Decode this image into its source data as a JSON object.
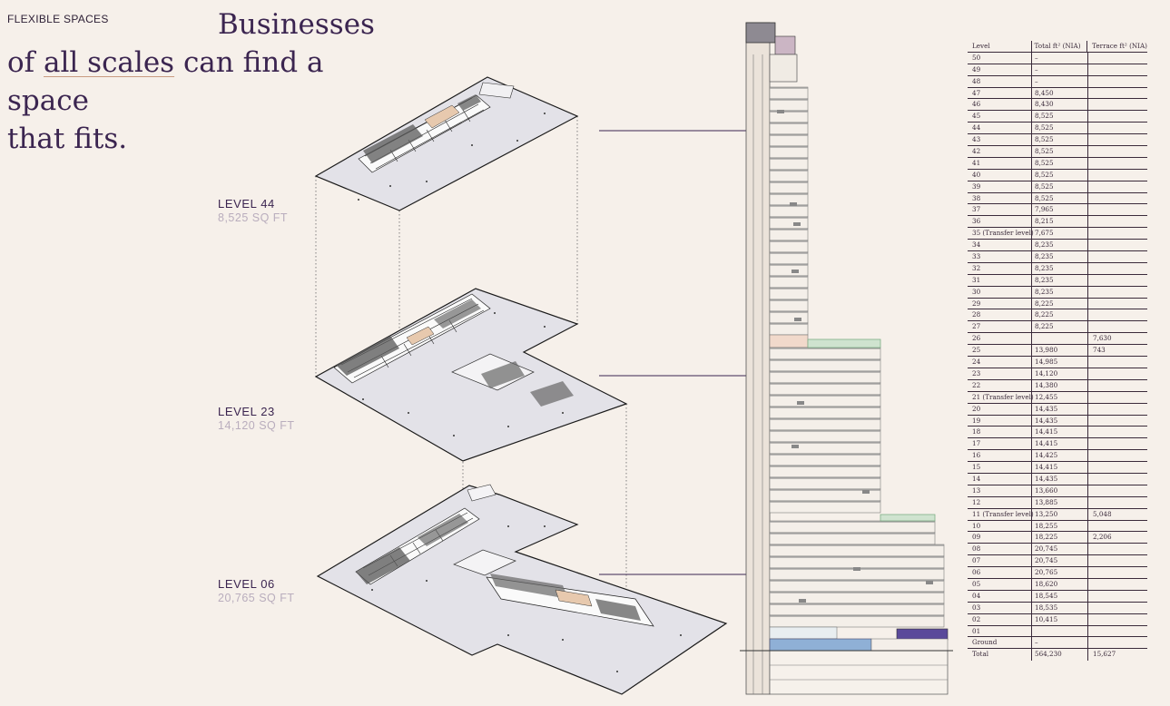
{
  "section_label": "FLEXIBLE SPACES",
  "headline": {
    "line1": "Businesses",
    "line2_pre": "of ",
    "line2_under": "all scales",
    "line2_post": " can find a space",
    "line3": "that fits."
  },
  "levels": [
    {
      "name": "LEVEL 44",
      "area": "8,525 SQ FT"
    },
    {
      "name": "LEVEL 23",
      "area": "14,120 SQ FT"
    },
    {
      "name": "LEVEL 06",
      "area": "20,765 SQ FT"
    }
  ],
  "colors": {
    "accent": "#3b2550",
    "muted": "#b9adbd",
    "background": "#f6f0ea",
    "terrace_green": "#7fae86",
    "lobby_blue": "#8fb0d6",
    "plant_purple": "#5a4a9a"
  },
  "table": {
    "headers": [
      "Level",
      "Total ft² (NIA)",
      "Terrace ft² (NIA)"
    ],
    "rows": [
      [
        "50",
        "–",
        ""
      ],
      [
        "49",
        "–",
        ""
      ],
      [
        "48",
        "–",
        ""
      ],
      [
        "47",
        "8,450",
        ""
      ],
      [
        "46",
        "8,430",
        ""
      ],
      [
        "45",
        "8,525",
        ""
      ],
      [
        "44",
        "8,525",
        ""
      ],
      [
        "43",
        "8,525",
        ""
      ],
      [
        "42",
        "8,525",
        ""
      ],
      [
        "41",
        "8,525",
        ""
      ],
      [
        "40",
        "8,525",
        ""
      ],
      [
        "39",
        "8,525",
        ""
      ],
      [
        "38",
        "8,525",
        ""
      ],
      [
        "37",
        "7,965",
        ""
      ],
      [
        "36",
        "8,215",
        ""
      ],
      [
        "35 (Transfer level)",
        "7,675",
        ""
      ],
      [
        "34",
        "8,235",
        ""
      ],
      [
        "33",
        "8,235",
        ""
      ],
      [
        "32",
        "8,235",
        ""
      ],
      [
        "31",
        "8,235",
        ""
      ],
      [
        "30",
        "8,235",
        ""
      ],
      [
        "29",
        "8,225",
        ""
      ],
      [
        "28",
        "8,225",
        ""
      ],
      [
        "27",
        "8,225",
        ""
      ],
      [
        "26",
        "",
        "7,630"
      ],
      [
        "25",
        "13,980",
        "743"
      ],
      [
        "24",
        "14,985",
        ""
      ],
      [
        "23",
        "14,120",
        ""
      ],
      [
        "22",
        "14,380",
        ""
      ],
      [
        "21 (Transfer level)",
        "12,455",
        ""
      ],
      [
        "20",
        "14,435",
        ""
      ],
      [
        "19",
        "14,435",
        ""
      ],
      [
        "18",
        "14,415",
        ""
      ],
      [
        "17",
        "14,415",
        ""
      ],
      [
        "16",
        "14,425",
        ""
      ],
      [
        "15",
        "14,415",
        ""
      ],
      [
        "14",
        "14,435",
        ""
      ],
      [
        "13",
        "13,660",
        ""
      ],
      [
        "12",
        "13,885",
        ""
      ],
      [
        "11 (Transfer level)",
        "13,250",
        "5,048"
      ],
      [
        "10",
        "18,255",
        ""
      ],
      [
        "09",
        "18,225",
        "2,206"
      ],
      [
        "08",
        "20,745",
        ""
      ],
      [
        "07",
        "20,745",
        ""
      ],
      [
        "06",
        "20,765",
        ""
      ],
      [
        "05",
        "18,620",
        ""
      ],
      [
        "04",
        "18,545",
        ""
      ],
      [
        "03",
        "18,535",
        ""
      ],
      [
        "02",
        "10,415",
        ""
      ],
      [
        "01",
        "",
        ""
      ],
      [
        "Ground",
        "–",
        ""
      ]
    ],
    "total": [
      "Total",
      "564,230",
      "15,627"
    ]
  }
}
